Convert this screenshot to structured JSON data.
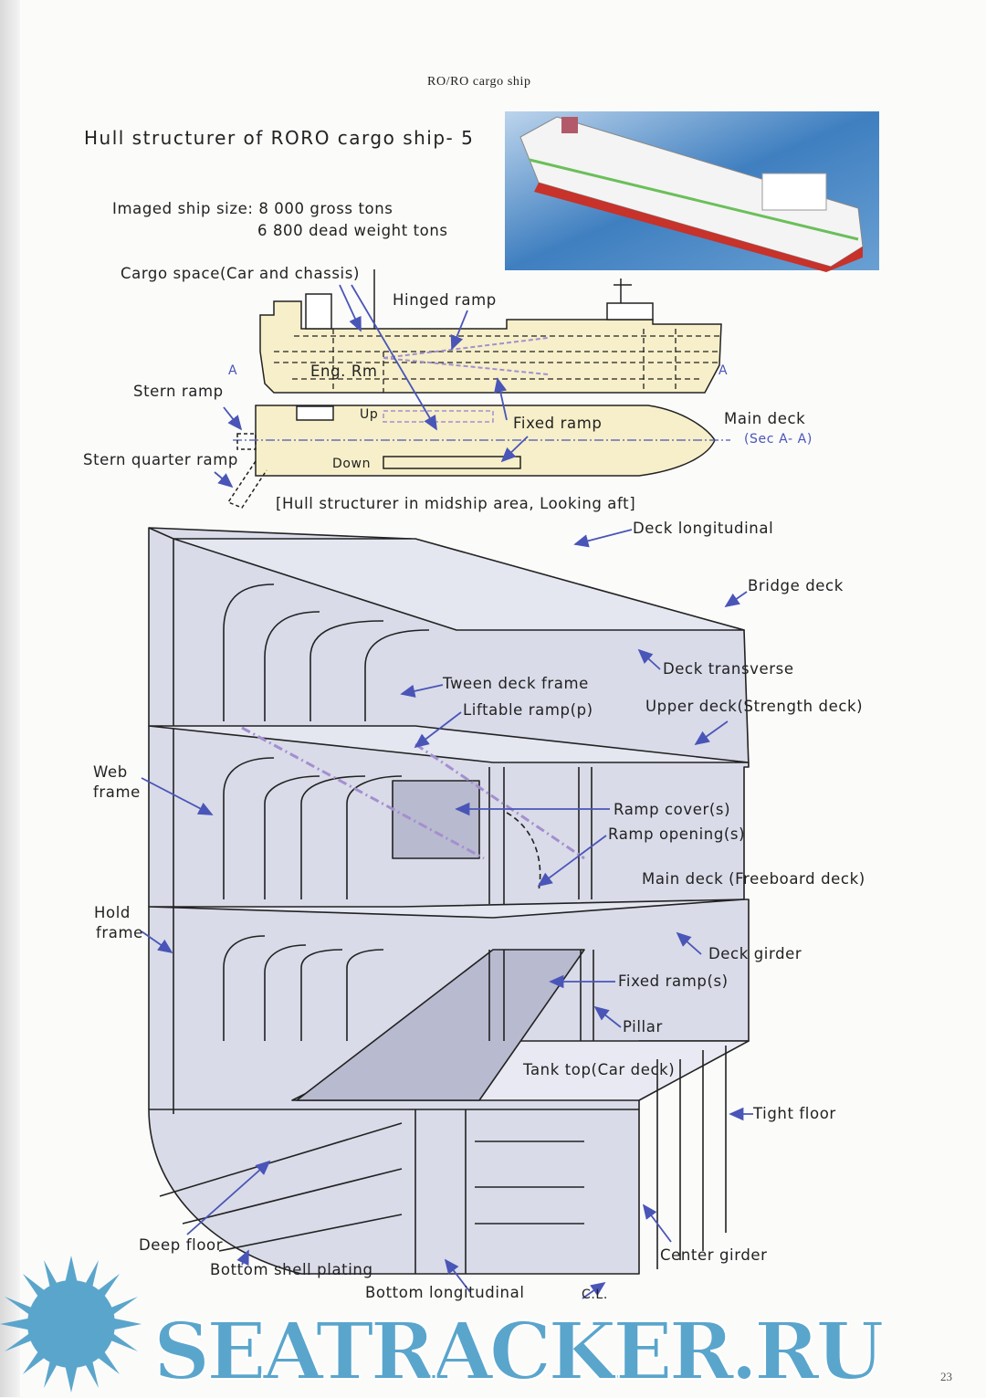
{
  "header": {
    "running_title": "RO/RO cargo ship"
  },
  "title": "Hull structurer of RORO cargo ship- 5",
  "ship_size": {
    "line1": "Imaged ship size: 8 000 gross tons",
    "line2": "6 800 dead weight tons"
  },
  "profile_labels": {
    "cargo_space": "Cargo space(Car and chassis)",
    "hinged_ramp": "Hinged ramp",
    "eng_rm": "Eng. Rm",
    "section_a": "A",
    "stern_ramp": "Stern ramp",
    "up": "Up",
    "down": "Down",
    "fixed_ramp": "Fixed ramp",
    "main_deck": "Main deck",
    "sec_aa": "(Sec A- A)",
    "stern_quarter_ramp": "Stern quarter ramp",
    "caption": "[Hull structurer in midship area, Looking aft]"
  },
  "section_labels": {
    "deck_longitudinal": "Deck longitudinal",
    "bridge_deck": "Bridge deck",
    "deck_transverse": "Deck transverse",
    "tween_deck_frame": "Tween deck frame",
    "liftable_ramp": "Liftable ramp(p)",
    "upper_deck": "Upper deck(Strength deck)",
    "web_frame_1": "Web",
    "web_frame_2": "frame",
    "ramp_cover": "Ramp cover(s)",
    "ramp_opening": "Ramp opening(s)",
    "main_deck": "Main deck (Freeboard deck)",
    "hold_frame_1": "Hold",
    "hold_frame_2": "frame",
    "deck_girder": "Deck girder",
    "fixed_ramps": "Fixed ramp(s)",
    "pillar": "Pillar",
    "tank_top": "Tank top(Car deck)",
    "tight_floor": "Tight floor",
    "deep_floor": "Deep floor",
    "bottom_shell": "Bottom shell plating",
    "center_girder": "Center girder",
    "bottom_longitudinal": "Bottom longitudinal",
    "cl": "C.L."
  },
  "watermark": "SEATRACKER.RU",
  "page_number": "23",
  "colors": {
    "arrow": "#4a55b8",
    "fill_cargo": "#f6efc9",
    "structure": "#d9dbe8",
    "watermark": "#5aa5cc",
    "ramp_dash": "#a48fcf"
  }
}
